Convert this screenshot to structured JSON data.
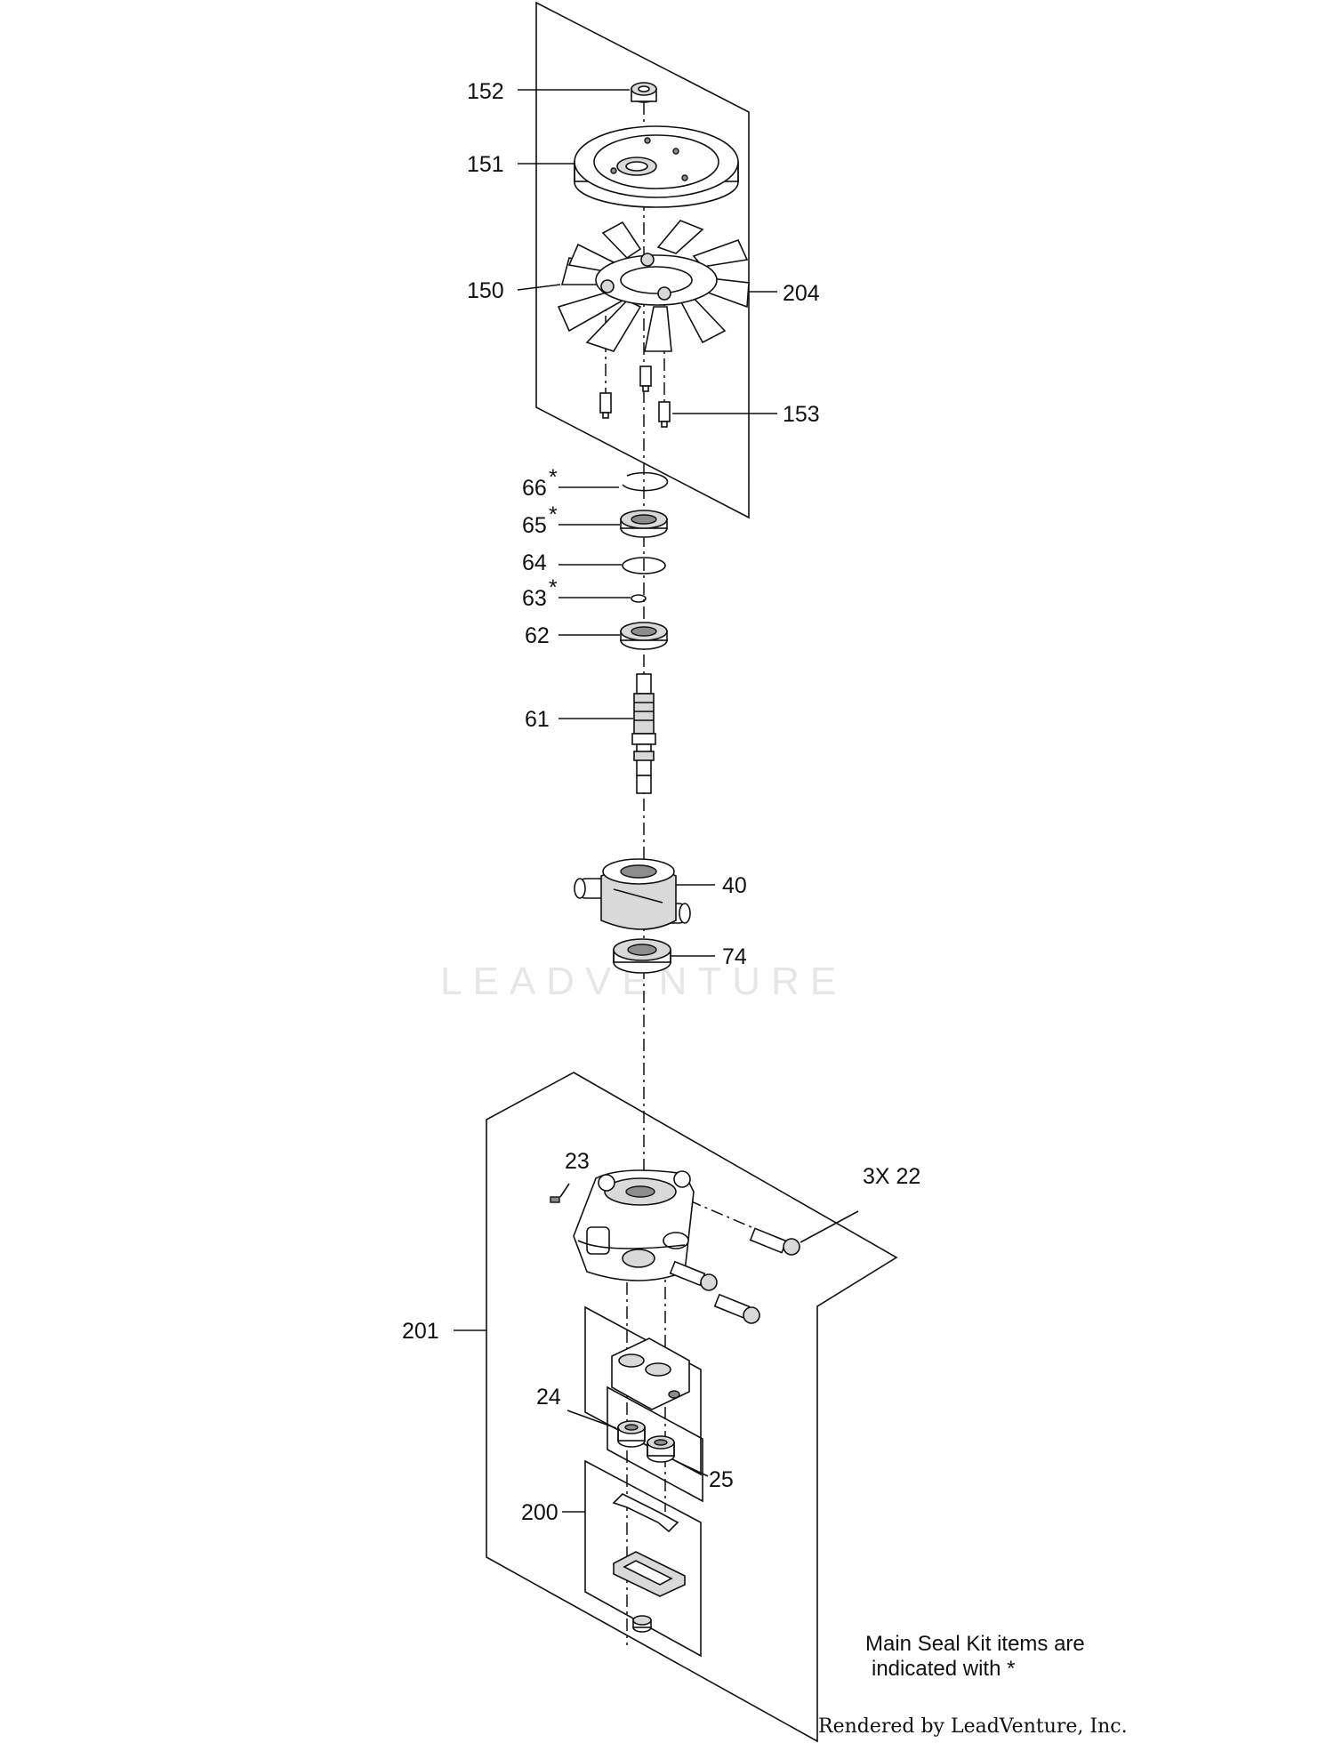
{
  "callouts": {
    "c152": "152",
    "c151": "151",
    "c150": "150",
    "c204": "204",
    "c153": "153",
    "c66": "66",
    "c65": "65",
    "c64": "64",
    "c63": "63",
    "c62": "62",
    "c61": "61",
    "c40": "40",
    "c74": "74",
    "c23": "23",
    "c22": "3X  22",
    "c201": "201",
    "c24": "24",
    "c25": "25",
    "c200": "200",
    "asterisk": "*"
  },
  "note": {
    "line1": "Main Seal Kit items are",
    "line2": "indicated with *"
  },
  "credit": "Rendered by LeadVenture, Inc.",
  "watermark": "LEADVENTURE"
}
